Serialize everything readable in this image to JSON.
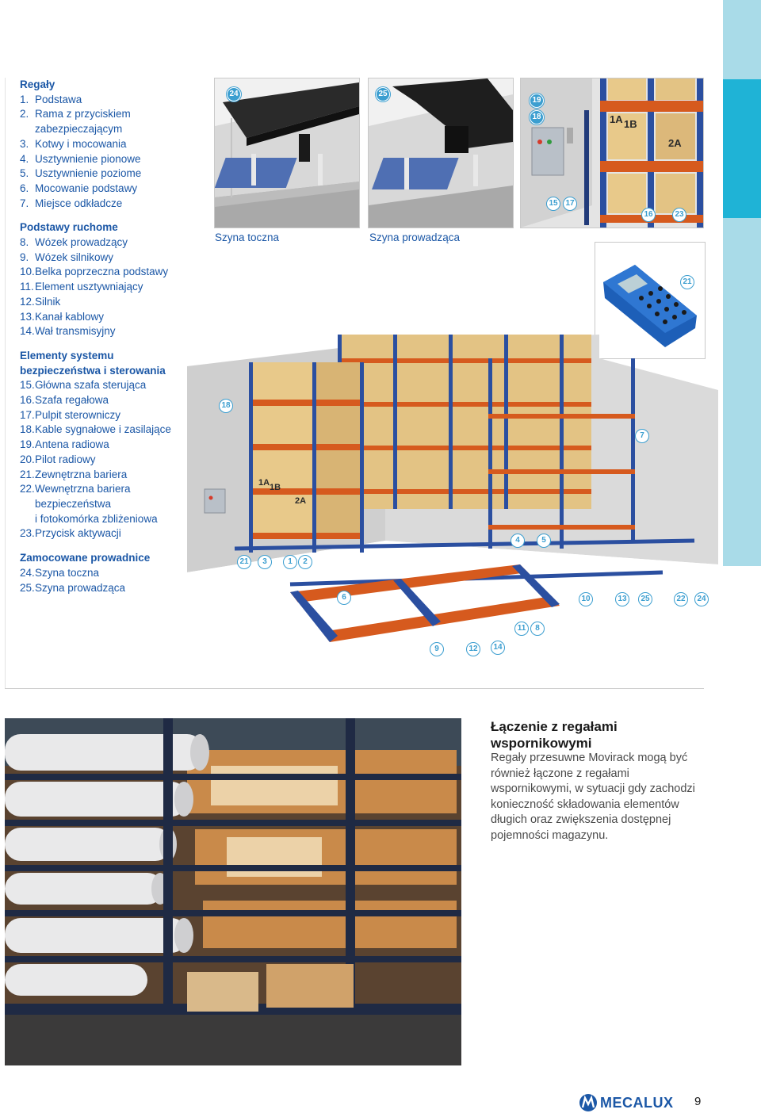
{
  "legend": {
    "regaly": {
      "title": "Regały",
      "items": [
        {
          "n": "1.",
          "t": "Podstawa"
        },
        {
          "n": "2.",
          "t": "Rama z przyciskiem",
          "t2": "zabezpieczającym"
        },
        {
          "n": "3.",
          "t": "Kotwy i mocowania"
        },
        {
          "n": "4.",
          "t": "Usztywnienie pionowe"
        },
        {
          "n": "5.",
          "t": "Usztywnienie poziome"
        },
        {
          "n": "6.",
          "t": "Mocowanie podstawy"
        },
        {
          "n": "7.",
          "t": "Miejsce odkładcze"
        }
      ]
    },
    "podstawy": {
      "title": "Podstawy ruchome",
      "items": [
        {
          "n": "8.",
          "t": "Wózek prowadzący"
        },
        {
          "n": "9.",
          "t": "Wózek silnikowy"
        },
        {
          "n": "10.",
          "t": "Belka poprzeczna podstawy"
        },
        {
          "n": "11.",
          "t": "Element usztywniający"
        },
        {
          "n": "12.",
          "t": "Silnik"
        },
        {
          "n": "13.",
          "t": "Kanał kablowy"
        },
        {
          "n": "14.",
          "t": "Wał transmisyjny"
        }
      ]
    },
    "elementy": {
      "title": "Elementy systemu",
      "title2": "bezpieczeństwa i sterowania",
      "items": [
        {
          "n": "15.",
          "t": "Główna szafa sterująca"
        },
        {
          "n": "16.",
          "t": "Szafa regałowa"
        },
        {
          "n": "17.",
          "t": "Pulpit sterowniczy"
        },
        {
          "n": "18.",
          "t": "Kable sygnałowe i zasilające"
        },
        {
          "n": "19.",
          "t": "Antena radiowa"
        },
        {
          "n": "20.",
          "t": "Pilot radiowy"
        },
        {
          "n": "21.",
          "t": "Zewnętrzna bariera"
        },
        {
          "n": "22.",
          "t": "Wewnętrzna bariera",
          "t2": "bezpieczeństwa",
          "t3": "i fotokomórka zbliżeniowa"
        },
        {
          "n": "23.",
          "t": "Przycisk aktywacji"
        }
      ]
    },
    "zamocowane": {
      "title": "Zamocowane prowadnice",
      "items": [
        {
          "n": "24.",
          "t": "Szyna toczna"
        },
        {
          "n": "25.",
          "t": "Szyna prowadząca"
        }
      ]
    }
  },
  "captions": {
    "szyna_toczna": "Szyna toczna",
    "szyna_prowadzaca": "Szyna prowadząca"
  },
  "badges": {
    "b24a": "24",
    "b25a": "25",
    "b19": "19",
    "b18a": "18",
    "b15": "15",
    "b17": "17",
    "b16": "16",
    "b23": "23",
    "b21a": "21",
    "b18b": "18",
    "b7": "7",
    "b4": "4",
    "b5": "5",
    "b21b": "21",
    "b3": "3",
    "b1": "1",
    "b2": "2",
    "b6": "6",
    "b10": "10",
    "b13": "13",
    "b25b": "25",
    "b22": "22",
    "b24b": "24",
    "b11": "11",
    "b8": "8",
    "b9": "9",
    "b12": "12",
    "b14": "14"
  },
  "side": {
    "title_line1": "Łączenie z regałami",
    "title_line2": "wspornikowymi",
    "body": "Regały przesuwne Movirack mogą być również łączone z regałami wspornikowymi, w sytuacji gdy zachodzi konieczność składowania elementów długich oraz zwiększenia dostępnej pojemności magazynu."
  },
  "brand": "MECALUX",
  "page_number": "9",
  "colors": {
    "brand_blue": "#1b57a6",
    "accent_cyan": "#1fb3d6",
    "strip_light": "#a9dbe8",
    "rack_orange": "#d65a1e",
    "rack_blue": "#2b4fa0",
    "box_tan": "#e8c98a"
  }
}
